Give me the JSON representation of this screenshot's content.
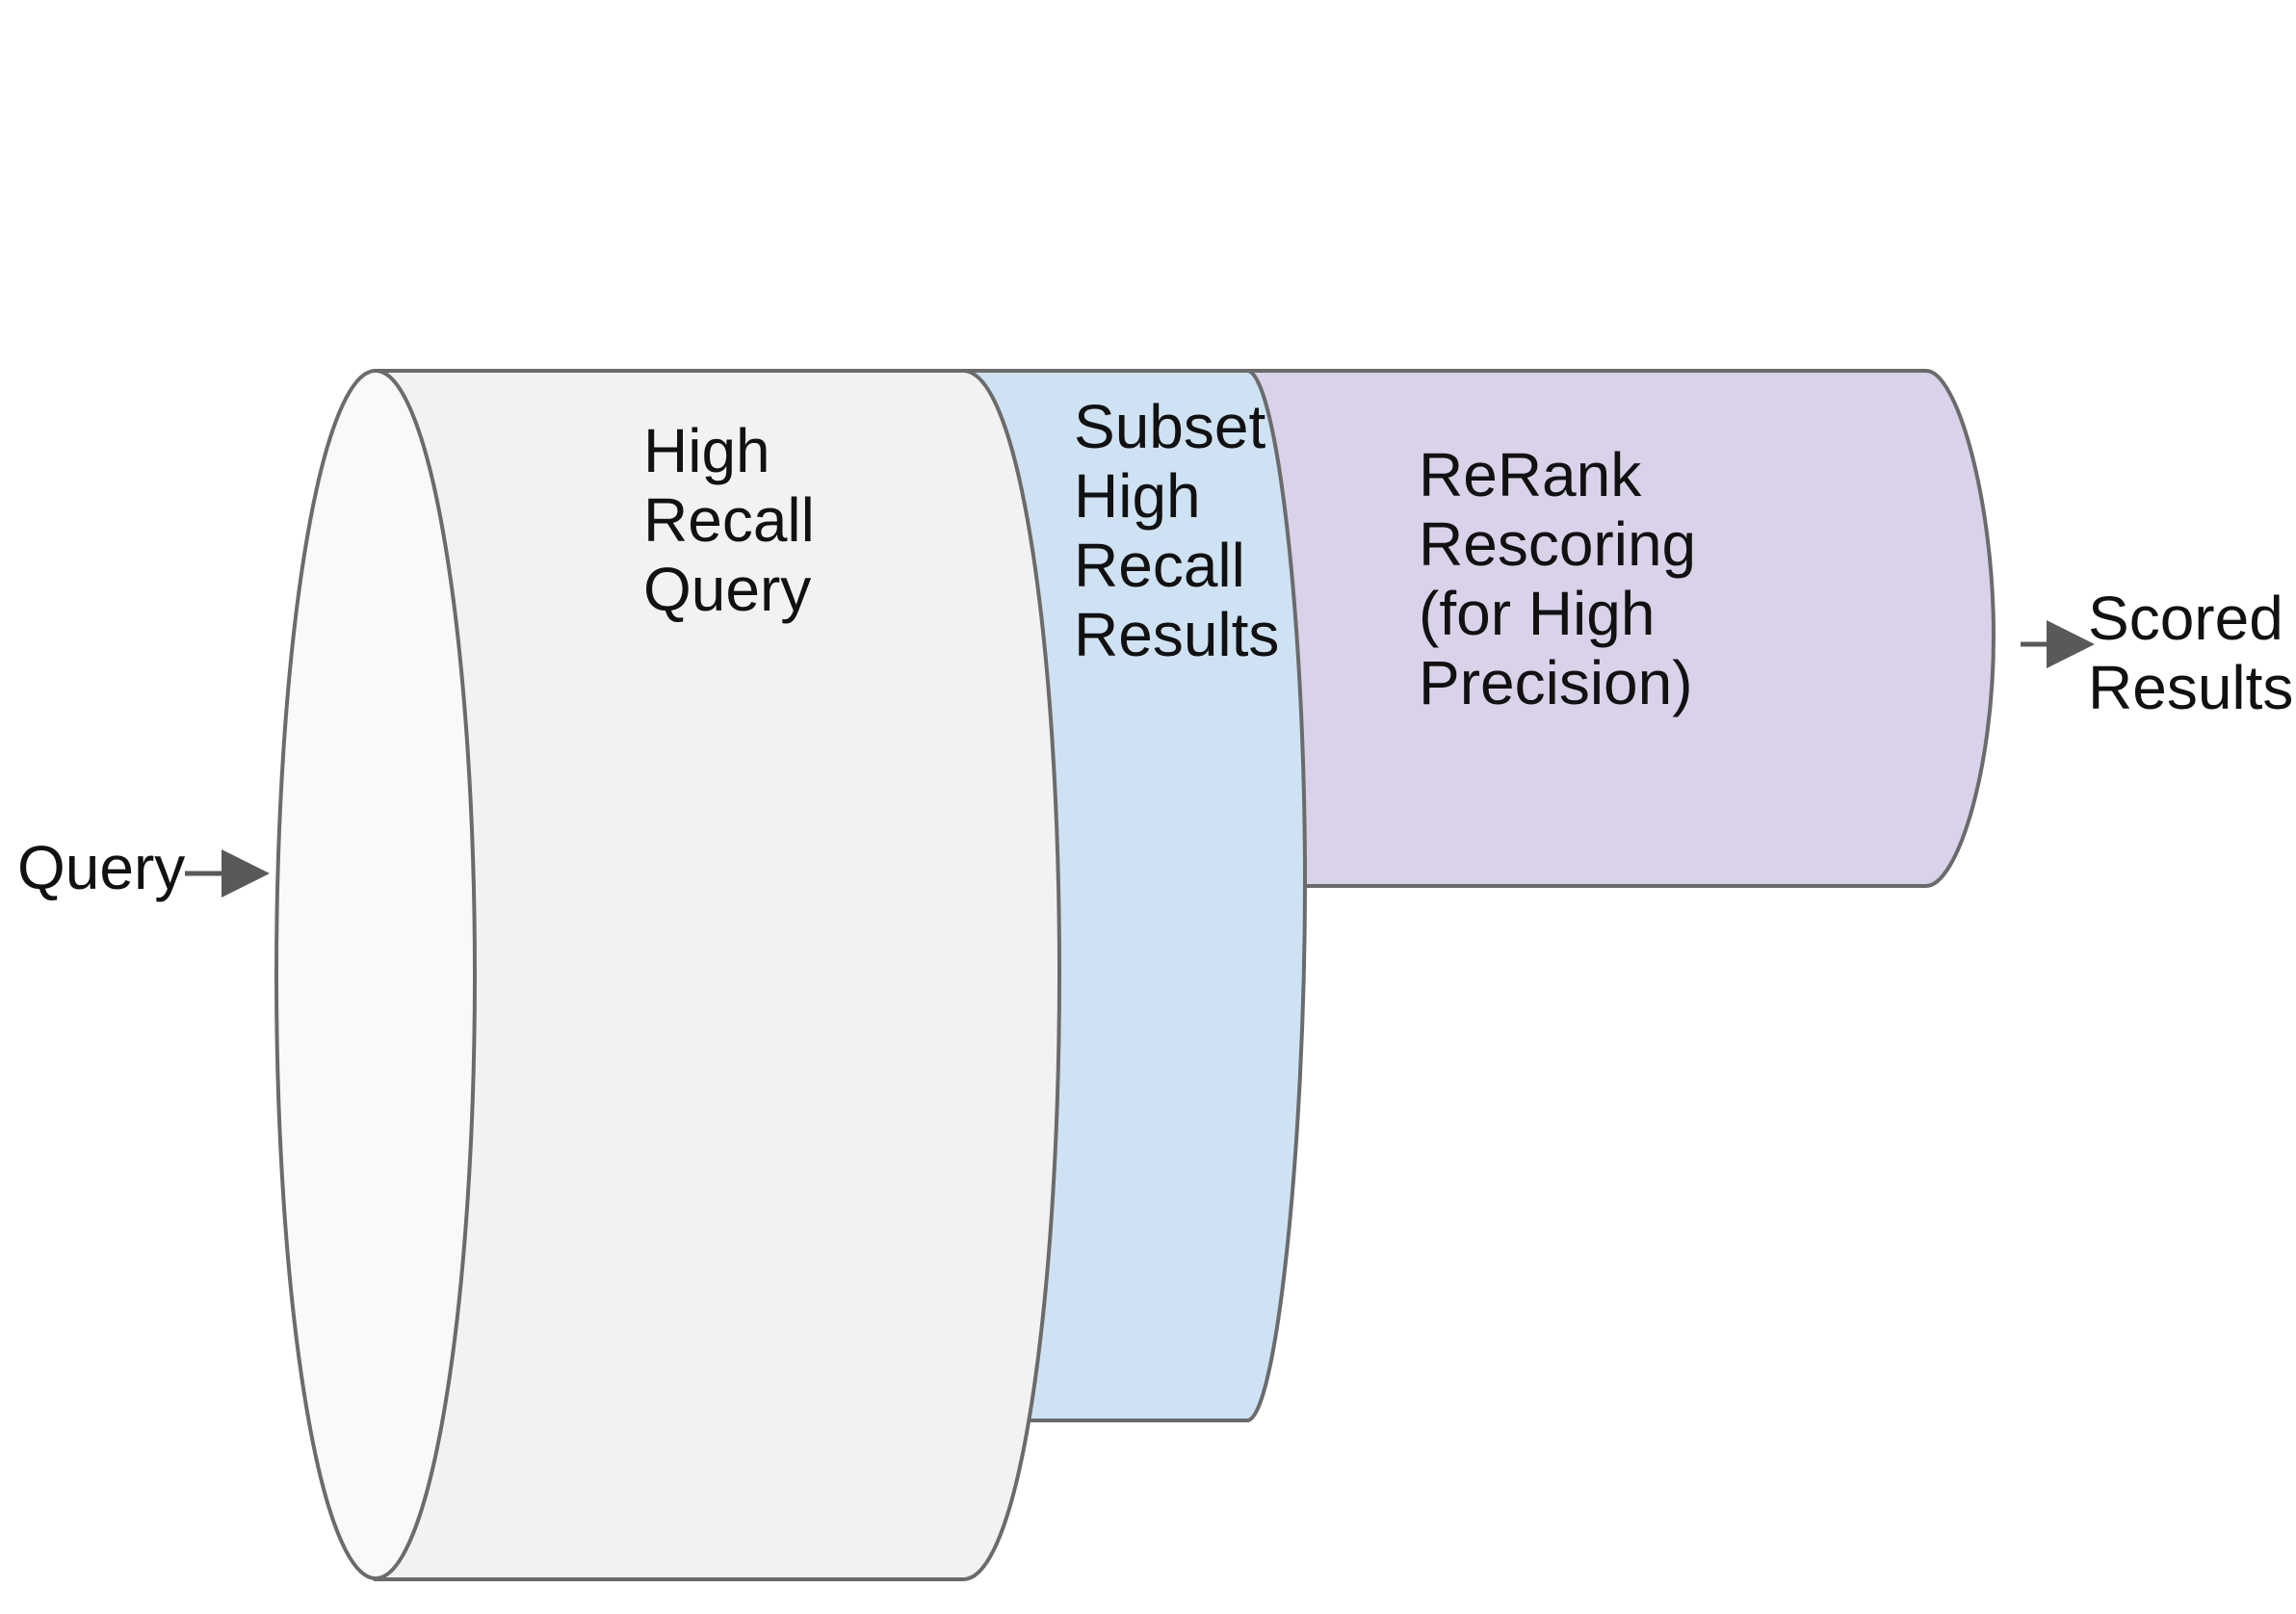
{
  "input_label": "Query",
  "output_label": {
    "line1": "Scored",
    "line2": "Results"
  },
  "stages": {
    "high_recall_query": {
      "lines": [
        "High",
        "Recall",
        "Query"
      ],
      "fill": "#f2f2f2",
      "face_fill": "#f9f9f9"
    },
    "subset_results": {
      "lines": [
        "Subset",
        "High",
        "Recall",
        "Results"
      ],
      "fill": "#cfe2f3"
    },
    "rerank": {
      "lines": [
        "ReRank",
        "Rescoring",
        "(for High",
        "Precision)"
      ],
      "fill": "#d9d2e9"
    }
  },
  "colors": {
    "outline": "#6b6b6b",
    "arrow": "#595959",
    "text": "#111111"
  }
}
